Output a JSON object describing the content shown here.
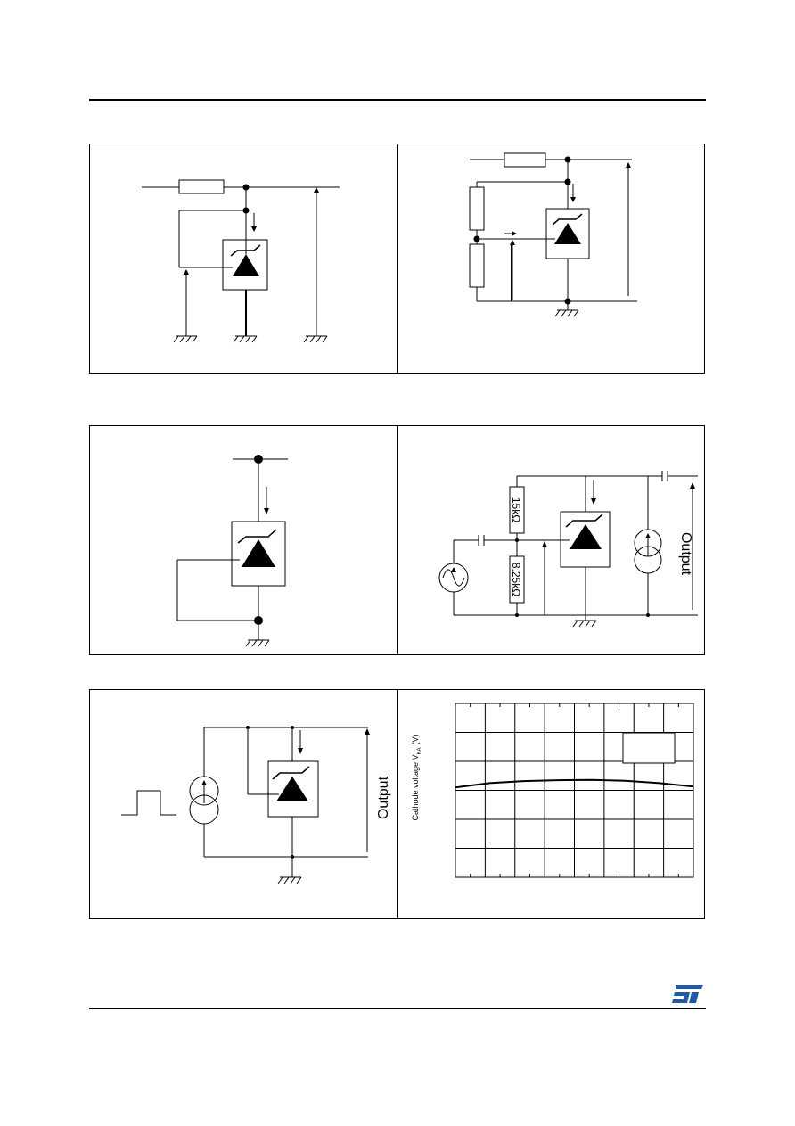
{
  "figure4": {
    "upper_resistor_label": "15kΩ",
    "lower_resistor_label": "8.25kΩ",
    "output_label": "Output"
  },
  "figure5": {
    "output_label": "Output"
  },
  "figure6": {
    "ylabel_main": "Cathode voltage V",
    "ylabel_subscript": "KA",
    "ylabel_unit": "(V)"
  },
  "chart_data": {
    "type": "line",
    "title": "",
    "xlabel": "",
    "ylabel": "Cathode voltage VKA (V)",
    "grid": true,
    "x_divisions": 8,
    "y_divisions": 6,
    "series": [
      {
        "values_in_grid_divisions": [
          3.1,
          3.25,
          3.32,
          3.35,
          3.36,
          3.33,
          3.25,
          3.13
        ]
      }
    ]
  },
  "colors": {
    "logo": "#1e5aa8",
    "ink": "#000000"
  },
  "logo": {
    "text": "ST"
  }
}
